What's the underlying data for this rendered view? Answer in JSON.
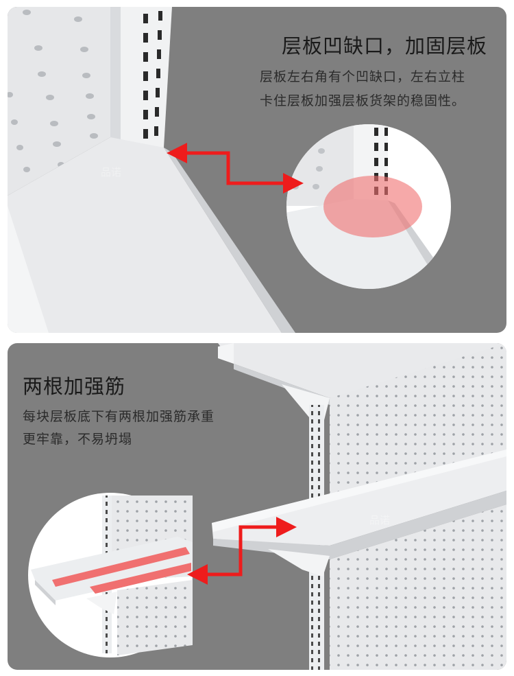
{
  "sections": [
    {
      "title": "层板凹缺口，加固层板",
      "description_lines": [
        "层板左右角有个凹缺口，左右立柱",
        "卡住层板加强层板货架的稳固性。"
      ],
      "watermark": "品诺"
    },
    {
      "title": "两根加强筋",
      "description_lines": [
        "每块层板底下有两根加强筋承重",
        "更牢靠，不易坍塌"
      ],
      "watermark": "品诺"
    }
  ],
  "colors": {
    "panel_bg": "#7f7f7f",
    "arrow": "#ee1c1c",
    "highlight": "#f07070",
    "shelf": "#e9eaec"
  }
}
